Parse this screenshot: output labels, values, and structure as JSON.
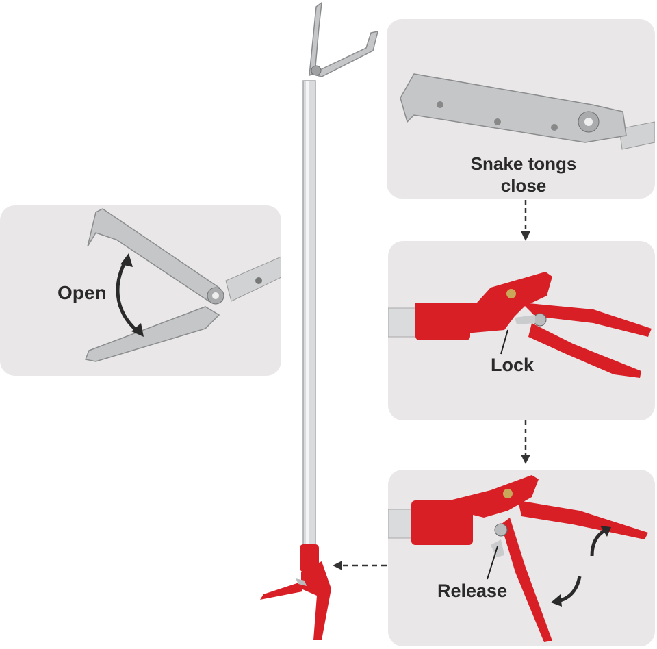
{
  "labels": {
    "open": "Open",
    "close_line1": "Snake tongs",
    "close_line2": "close",
    "lock": "Lock",
    "release": "Release"
  },
  "colors": {
    "panel": "#e9e7e7",
    "handle_red": "#d81f26",
    "metal": "#c9cbcd",
    "text": "#2a2a2a"
  }
}
